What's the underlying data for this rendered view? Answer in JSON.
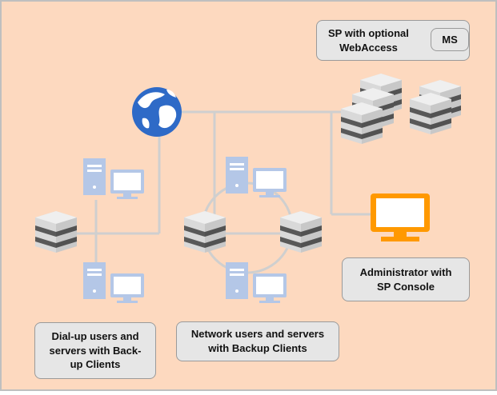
{
  "diagram": {
    "colors": {
      "background": "#fdd9bf",
      "frame": "#bfbfbf",
      "link": "#cfcfcf",
      "box_fill": "#e6e6e6",
      "box_border": "#9a9a9a",
      "client_icon": "#b4c7e7",
      "admin_icon": "#ff9900",
      "server_light": "#d9d9d9",
      "server_dark": "#595959",
      "globe_ocean": "#2e6ac7",
      "globe_land": "#ffffff"
    },
    "labels": {
      "sp_line1": "SP  with optional",
      "sp_line2": "WebAccess",
      "ms": "MS",
      "admin_line1": "Administrator with",
      "admin_line2": "SP Console",
      "dialup_line1": "Dial-up users and",
      "dialup_line2": "servers with Back-",
      "dialup_line3": "up Clients",
      "network_line1": "Network users and servers",
      "network_line2": "with Backup Clients"
    },
    "icons": {
      "globe": "globe-icon",
      "server": "server-stack-icon",
      "client": "workstation-icon",
      "admin": "monitor-icon"
    }
  }
}
